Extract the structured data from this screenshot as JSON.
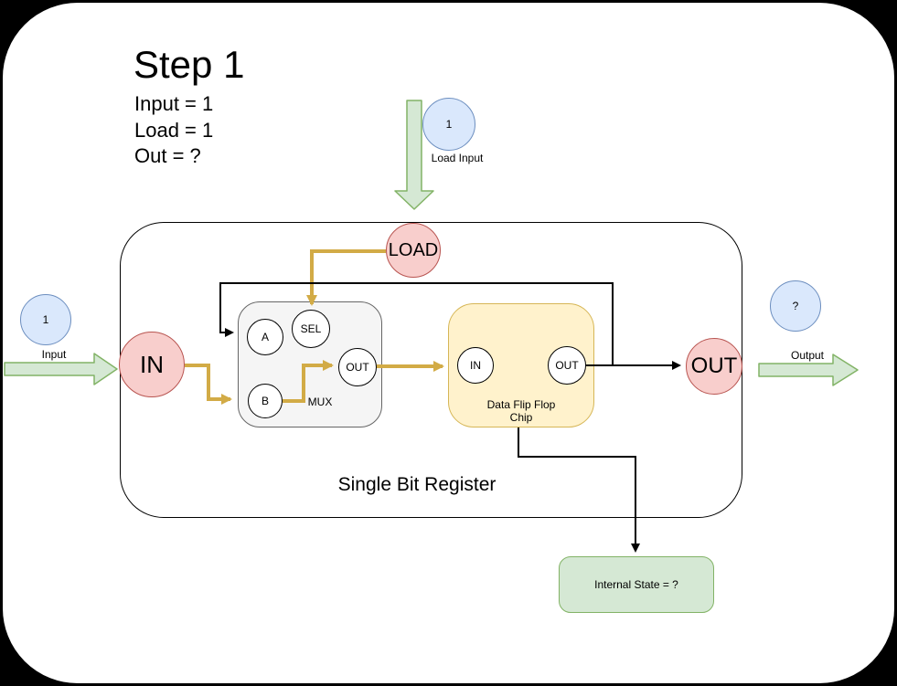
{
  "colors": {
    "pink_fill": "#f8cecc",
    "pink_stroke": "#b85450",
    "blue_fill": "#dae8fc",
    "blue_stroke": "#6c8ebf",
    "green_fill": "#d5e8d4",
    "green_stroke": "#82b366",
    "yellow_fill": "#fff2cc",
    "yellow_stroke": "#d6b656",
    "gray_fill": "#f5f5f5",
    "gray_stroke": "#666666",
    "wire_gold": "#d2ab46",
    "wire_black": "#000000"
  },
  "header": {
    "title": "Step 1",
    "conditions": [
      "Input = 1",
      "Load = 1",
      "Out = ?"
    ]
  },
  "top_input": {
    "value": "1",
    "label": "Load Input"
  },
  "left_input": {
    "value": "1",
    "label": "Input"
  },
  "right_output": {
    "value": "?",
    "label": "Output"
  },
  "register": {
    "label": "Single Bit Register",
    "load_port": "LOAD",
    "in_port": "IN",
    "out_port": "OUT",
    "mux": {
      "label": "MUX",
      "a": "A",
      "b": "B",
      "sel": "SEL",
      "out": "OUT"
    },
    "dff": {
      "label_line1": "Data Flip Flop",
      "label_line2": "Chip",
      "in": "IN",
      "out": "OUT"
    }
  },
  "internal_state": {
    "label": "Internal State = ?"
  }
}
